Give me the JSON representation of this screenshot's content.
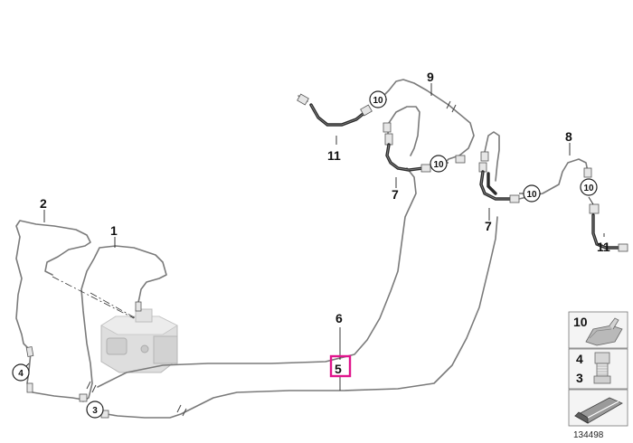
{
  "labels": {
    "l1": "1",
    "l2": "2",
    "l3": "3",
    "l4": "4",
    "l5": "5",
    "l6": "6",
    "l7a": "7",
    "l7b": "7",
    "l8": "8",
    "l9": "9",
    "l11a": "11",
    "l11b": "11",
    "c10a": "10",
    "c10b": "10",
    "c10c": "10",
    "c10d": "10",
    "c4": "4",
    "c3": "3"
  },
  "legend": {
    "item10": "10",
    "item4": "4",
    "item3": "3"
  },
  "doc_id": "134498",
  "colors": {
    "highlight": "#e0148c",
    "pipe": "#7a7a7a",
    "hose": "#2b2b2b"
  }
}
